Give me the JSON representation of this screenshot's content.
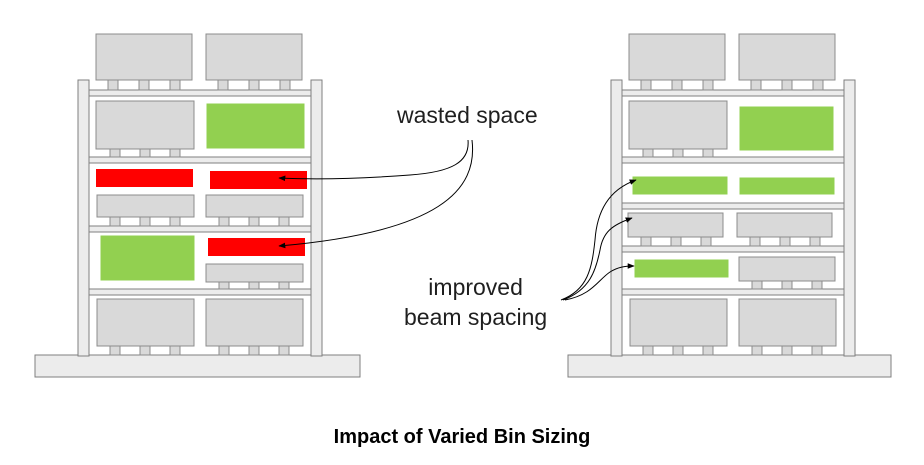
{
  "annotations": {
    "wasted_space": "wasted space",
    "improved_line1": "improved",
    "improved_line2": "beam spacing"
  },
  "caption": "Impact of Varied Bin Sizing",
  "colors": {
    "bin_gray": "#d9d9d9",
    "bin_border": "#8c8c8c",
    "wasted_red": "#ff0000",
    "empty_green": "#92d050",
    "frame_fill": "#ececec",
    "frame_stroke": "#7f7f7f",
    "arrow": "#000000"
  },
  "racks": [
    {
      "name": "rack-varied-bins",
      "shelves": 5,
      "wasted_space_markers": 3,
      "empty_bins": 2
    },
    {
      "name": "rack-improved-beam-spacing",
      "shelves": 6,
      "wasted_space_markers": 0,
      "empty_bins": 4
    }
  ]
}
